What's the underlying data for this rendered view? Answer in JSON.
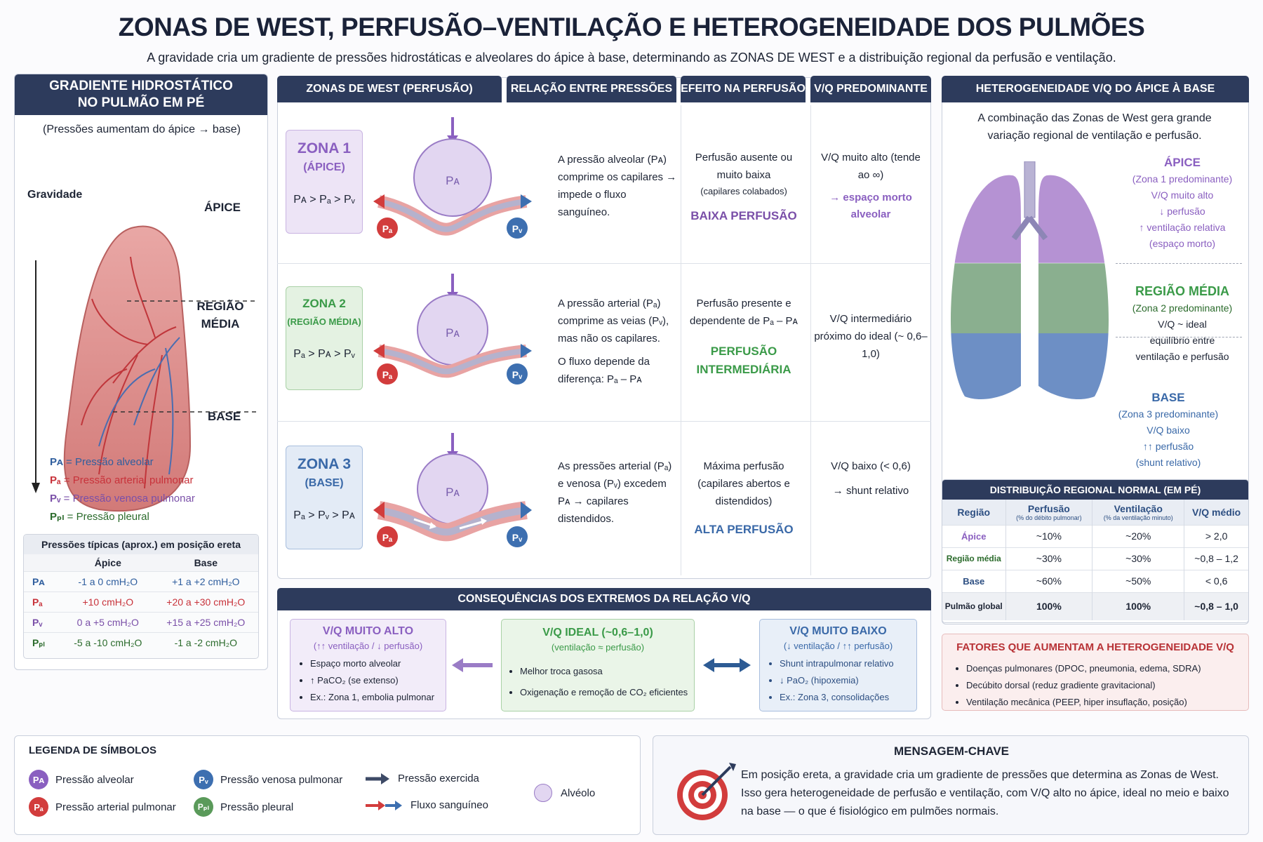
{
  "title": "ZONAS DE WEST, PERFUSÃO–VENTILAÇÃO E HETEROGENEIDADE DOS PULMÕES",
  "subtitle": "A gravidade cria um gradiente de pressões hidrostáticas e alveolares do ápice à base, determinando as ZONAS DE WEST e a distribuição regional da perfusão e ventilação.",
  "left": {
    "header": "GRADIENTE HIDROSTÁTICO NO PULMÃO EM PÉ",
    "note": "(Pressões aumentam do ápice → base)",
    "gravity": "Gravidade",
    "apex": "ÁPICE",
    "mid": "REGIÃO MÉDIA",
    "base": "BASE",
    "legend": [
      "= Pressão alveolar",
      "= Pressão arterial pulmonar",
      "= Pressão venosa pulmonar",
      "= Pressão pleural"
    ],
    "table_title": "Pressões típicas (aprox.) em posição ereta",
    "table_cols": [
      "Ápice",
      "Base"
    ],
    "table_rows": [
      {
        "apex": "-1 a 0 cmH₂O",
        "base": "+1 a +2 cmH₂O"
      },
      {
        "apex": "+10 cmH₂O",
        "base": "+20 a +30 cmH₂O"
      },
      {
        "apex": "0 a +5 cmH₂O",
        "base": "+15 a +25 cmH₂O"
      },
      {
        "apex": "-5 a -10 cmH₂O",
        "base": "-1 a -2 cmH₂O"
      }
    ]
  },
  "center": {
    "headers": [
      "ZONAS DE WEST (PERFUSÃO)",
      "RELAÇÃO ENTRE PRESSÕES",
      "EFEITO NA PERFUSÃO",
      "V/Q PREDOMINANTE"
    ],
    "zones": [
      {
        "name": "ZONA 1",
        "sub": "(ÁPICE)",
        "relation": "A pressão alveolar (Pᴀ) comprime os capilares → impede o fluxo sanguíneo.",
        "effect": "Perfusão ausente ou muito baixa",
        "effect_small": "(capilares colabados)",
        "effect_label": "BAIXA PERFUSÃO",
        "vq": "V/Q muito alto (tende ao ∞)",
        "vq_note": "→ espaço morto alveolar"
      },
      {
        "name": "ZONA 2",
        "sub": "(REGIÃO MÉDIA)",
        "relation": "A pressão arterial (Pₐ) comprime as veias (Pᵥ), mas não os capilares.",
        "relation2": "O fluxo depende da diferença: Pₐ – Pᴀ",
        "effect": "Perfusão presente e dependente de Pₐ – Pᴀ",
        "effect_small": "",
        "effect_label": "PERFUSÃO INTERMEDIÁRIA",
        "vq": "V/Q intermediário próximo do ideal (~ 0,6–1,0)",
        "vq_note": ""
      },
      {
        "name": "ZONA 3",
        "sub": "(BASE)",
        "relation": "As pressões arterial (Pₐ) e venosa (Pᵥ) excedem Pᴀ → capilares distendidos.",
        "effect": "Máxima perfusão (capilares abertos e distendidos)",
        "effect_small": "",
        "effect_label": "ALTA PERFUSÃO",
        "vq": "V/Q baixo (< 0,6)",
        "vq_note": "→ shunt relativo"
      }
    ],
    "consequences": {
      "header": "CONSEQUÊNCIAS DOS EXTREMOS DA RELAÇÃO V/Q",
      "high": {
        "title": "V/Q MUITO ALTO",
        "sub": "(↑↑ ventilação / ↓ perfusão)",
        "items": [
          "Espaço morto alveolar",
          "↑ PaCO₂ (se extenso)",
          "Ex.: Zona 1, embolia pulmonar"
        ]
      },
      "ideal": {
        "title": "V/Q IDEAL (~0,6–1,0)",
        "sub": "(ventilação ≈ perfusão)",
        "items": [
          "Melhor troca gasosa",
          "Oxigenação e remoção de CO₂ eficientes"
        ]
      },
      "low": {
        "title": "V/Q MUITO BAIXO",
        "sub": "(↓ ventilação / ↑↑ perfusão)",
        "items": [
          "Shunt intrapulmonar relativo",
          "↓ PaO₂ (hipoxemia)",
          "Ex.: Zona 3, consolidações"
        ]
      }
    }
  },
  "right": {
    "header": "HETEROGENEIDADE V/Q DO ÁPICE À BASE",
    "intro": "A combinação das Zonas de West gera grande variação regional de ventilação e perfusão.",
    "apex": {
      "title": "ÁPICE",
      "lines": [
        "(Zona 1 predominante)",
        "V/Q muito alto",
        "↓ perfusão",
        "↑ ventilação relativa",
        "(espaço morto)"
      ]
    },
    "mid": {
      "title": "REGIÃO MÉDIA",
      "lines": [
        "(Zona 2 predominante)",
        "V/Q ~ ideal",
        "equilíbrio entre",
        "ventilação e perfusão"
      ]
    },
    "base": {
      "title": "BASE",
      "lines": [
        "(Zona 3 predominante)",
        "V/Q baixo",
        "↑↑ perfusão",
        "(shunt relativo)"
      ]
    },
    "dist": {
      "header": "DISTRIBUIÇÃO REGIONAL NORMAL (EM PÉ)",
      "cols": [
        "Região",
        "Perfusão",
        "Ventilação",
        "V/Q médio"
      ],
      "col_subs": [
        "",
        "(% do débito pulmonar)",
        "(% da ventilação minuto)",
        ""
      ],
      "rows": [
        [
          "Ápice",
          "~10%",
          "~20%",
          "> 2,0"
        ],
        [
          "Região média",
          "~30%",
          "~30%",
          "~0,8 – 1,2"
        ],
        [
          "Base",
          "~60%",
          "~50%",
          "< 0,6"
        ],
        [
          "Pulmão global",
          "100%",
          "100%",
          "~0,8 – 1,0"
        ]
      ]
    },
    "factors": {
      "header": "FATORES QUE AUMENTAM A HETEROGENEIDADE V/Q",
      "items": [
        "Doenças pulmonares (DPOC, pneumonia, edema, SDRA)",
        "Decúbito dorsal (reduz gradiente gravitacional)",
        "Ventilação mecânica (PEEP, hiper insuflação, posição)"
      ]
    }
  },
  "legend": {
    "header": "LEGENDA DE SÍMBOLOS",
    "items": [
      "Pressão alveolar",
      "Pressão arterial pulmonar",
      "Pressão venosa pulmonar",
      "Pressão pleural",
      "Pressão exercida",
      "Fluxo sanguíneo",
      "Alvéolo"
    ]
  },
  "key": {
    "header": "MENSAGEM-CHAVE",
    "text": "Em posição ereta, a gravidade cria um gradiente de pressões que determina as Zonas de West. Isso gera heterogeneidade de perfusão e ventilação, com V/Q alto no ápice, ideal no meio e baixo na base — o que é fisiológico em pulmões normais."
  },
  "symbols": {
    "PA": "Pᴀ",
    "Pa": "Pₐ",
    "Pv": "Pᵥ",
    "Ppl": "Pₚₗ"
  },
  "colors": {
    "navy": "#2d3b5c",
    "zone1": "#8a5fc0",
    "zone2": "#3a9a48",
    "zone3": "#3a69a8",
    "red": "#d23c3c",
    "blue": "#3d6fb0"
  }
}
